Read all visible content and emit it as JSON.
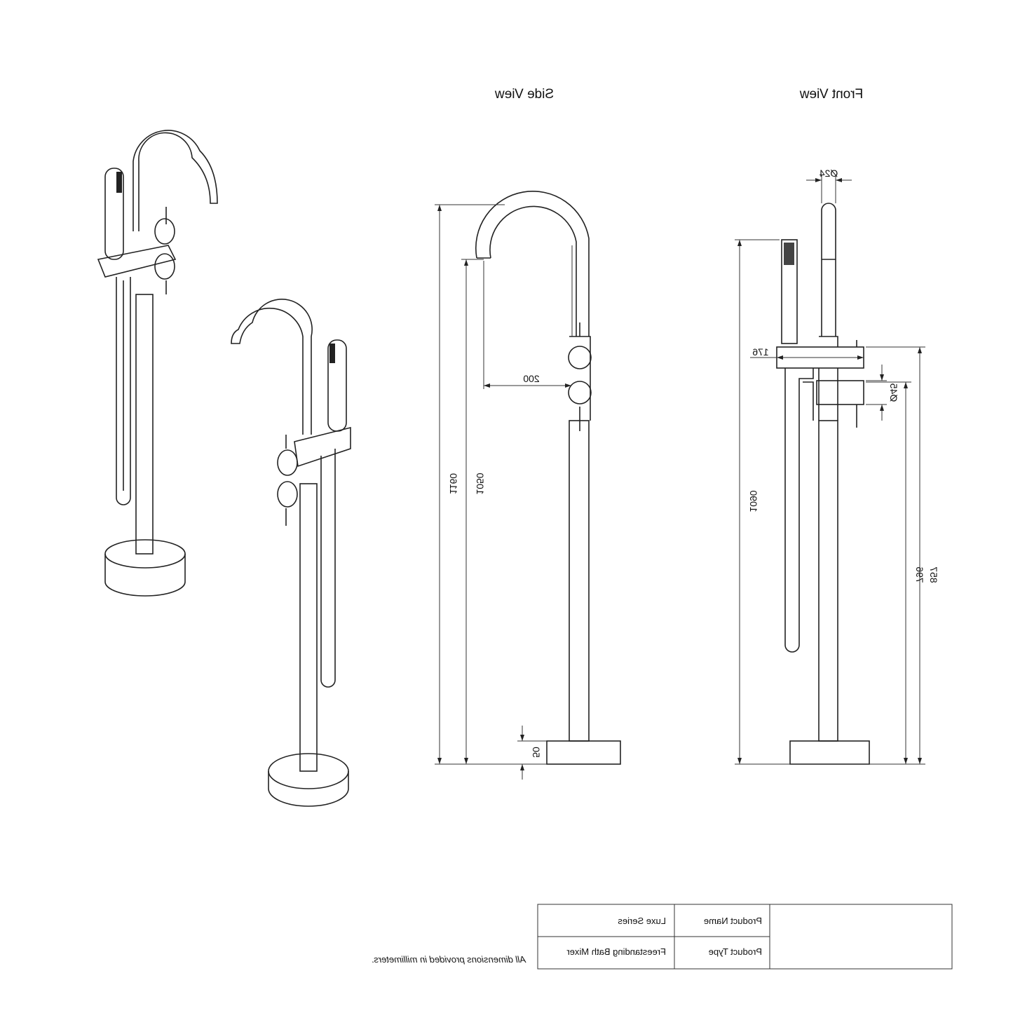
{
  "views": {
    "side_title": "Side View",
    "front_title": "Front View"
  },
  "dimensions": {
    "side_total_height": "1160",
    "side_spout_height": "1050",
    "side_base_height": "50",
    "side_spout_reach": "200",
    "front_diameter_spout": "Ø24",
    "front_body_width": "176",
    "front_diameter_body": "Ø45",
    "front_shower_height": "1090",
    "front_upper_body_height": "857",
    "front_lower_body_height": "796"
  },
  "info_table": {
    "rows": [
      {
        "label": "Product Name",
        "value": "Luxe Series"
      },
      {
        "label": "Product Type",
        "value": "Freestanding Bath Mixer"
      }
    ]
  },
  "footnote": "All dimensions provided in millimeters."
}
